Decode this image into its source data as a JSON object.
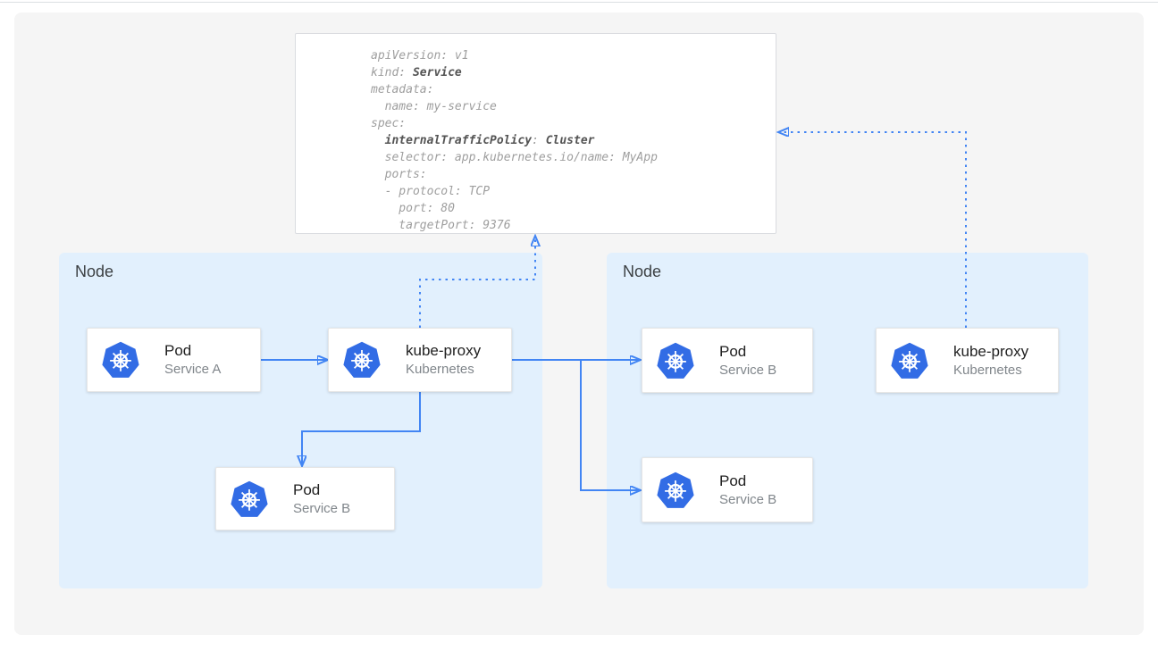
{
  "colors": {
    "accent_arrow": "#4285f4",
    "node_background": "#e2f0fd",
    "kubernetes_blue": "#326ce5",
    "panel_background": "#f5f5f5",
    "code_text": "#9e9e9e",
    "code_bold_text": "#545454"
  },
  "yaml_card": {
    "lines": [
      [
        {
          "t": "apiVersion: v1",
          "b": false
        }
      ],
      [
        {
          "t": "kind: ",
          "b": false
        },
        {
          "t": "Service",
          "b": true
        }
      ],
      [
        {
          "t": "metadata:",
          "b": false
        }
      ],
      [
        {
          "t": "  name: my-service",
          "b": false
        }
      ],
      [
        {
          "t": "spec:",
          "b": false
        }
      ],
      [
        {
          "t": "  ",
          "b": false
        },
        {
          "t": "internalTrafficPolicy",
          "b": true
        },
        {
          "t": ": ",
          "b": false
        },
        {
          "t": "Cluster",
          "b": true
        }
      ],
      [
        {
          "t": "  selector: app.kubernetes.io/name: MyApp",
          "b": false
        }
      ],
      [
        {
          "t": "  ports:",
          "b": false
        }
      ],
      [
        {
          "t": "  - protocol: TCP",
          "b": false
        }
      ],
      [
        {
          "t": "    port: 80",
          "b": false
        }
      ],
      [
        {
          "t": "    targetPort: 9376",
          "b": false
        }
      ]
    ]
  },
  "nodes": {
    "left": {
      "label": "Node",
      "cards": {
        "pod_a": {
          "icon": "kubernetes-icon",
          "title": "Pod",
          "subtitle": "Service A"
        },
        "kube_proxy": {
          "icon": "kubernetes-icon",
          "title": "kube-proxy",
          "subtitle": "Kubernetes"
        },
        "pod_b": {
          "icon": "kubernetes-icon",
          "title": "Pod",
          "subtitle": "Service B"
        }
      }
    },
    "right": {
      "label": "Node",
      "cards": {
        "pod_b1": {
          "icon": "kubernetes-icon",
          "title": "Pod",
          "subtitle": "Service B"
        },
        "pod_b2": {
          "icon": "kubernetes-icon",
          "title": "Pod",
          "subtitle": "Service B"
        },
        "kube_proxy": {
          "icon": "kubernetes-icon",
          "title": "kube-proxy",
          "subtitle": "Kubernetes"
        }
      }
    }
  }
}
